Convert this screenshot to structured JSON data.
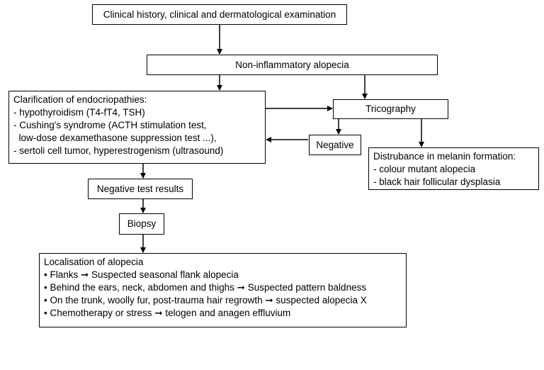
{
  "nodes": {
    "clinical_history": "Clinical history, clinical and dermatological examination",
    "non_inflammatory": "Non-inflammatory alopecia",
    "endocrinopathies": {
      "title": "Clarification of endocriopathies:",
      "items": [
        "- hypothyroidism  (T4-fT4, TSH)",
        "- Cushing's syndrome (ACTH stimulation test,",
        "  low-dose dexamethasone suppression test ...),",
        "- sertoli cell tumor, hyperestrogenism (ultrasound)"
      ]
    },
    "tricography": "Tricography",
    "negative": "Negative",
    "melanin": {
      "title": "Distrubance in melanin formation:",
      "items": [
        "- colour mutant alopecia",
        "- black hair follicular dysplasia"
      ]
    },
    "negative_results": "Negative test results",
    "biopsy": "Biopsy",
    "localisation": {
      "title": "Localisation of alopecia",
      "items": [
        "•  Flanks  ➞ Suspected seasonal flank alopecia",
        "•  Behind the ears, neck, abdomen and thighs ➞ Suspected pattern baldness",
        "•  On the trunk, woolly fur, post-trauma hair regrowth ➞ suspected alopecia X",
        "•  Chemotherapy or stress ➞ telogen and anagen effluvium"
      ]
    }
  }
}
